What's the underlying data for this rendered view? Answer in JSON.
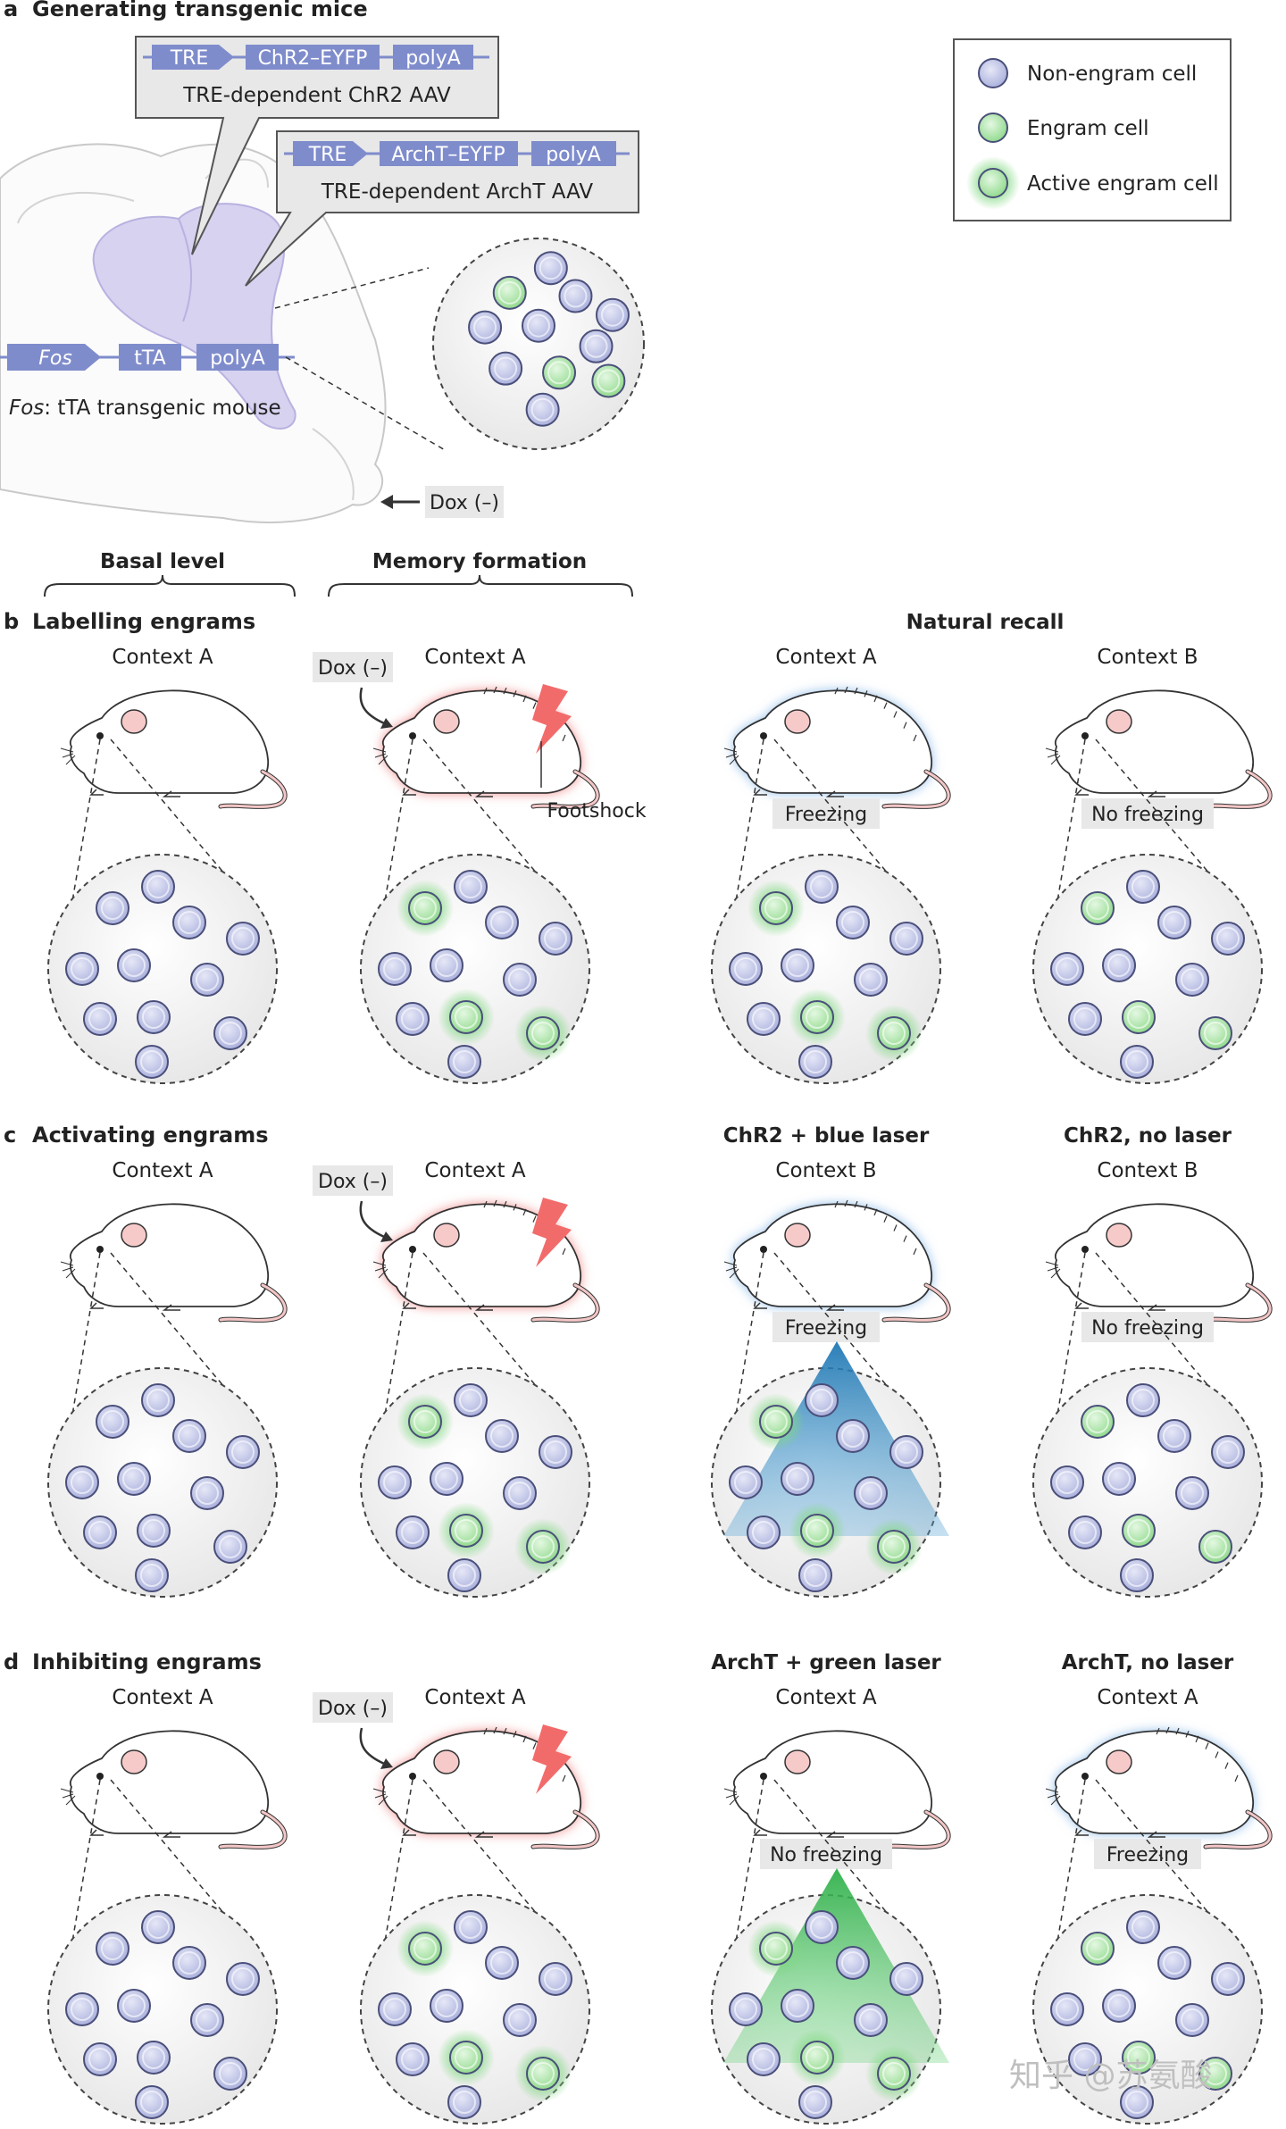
{
  "colors": {
    "non_engram_fill": "#b7bde6",
    "non_engram_stroke": "#4a4f7a",
    "engram_fill": "#9ee39a",
    "active_glow": "#7fd880",
    "gene_box": "#7f8ccc",
    "brain": "#cfcbee",
    "mouse_red_glow": "#f4a0a0",
    "mouse_blue_glow": "#9fc6ee",
    "blue_laser": "#2f86c2",
    "green_laser": "#3fbf55",
    "label_box": "#e8e8e8",
    "footshock": "#f26b6b"
  },
  "panel_a": {
    "label": "a",
    "title": "Generating transgenic mice",
    "chr2": {
      "genes": [
        "TRE",
        "ChR2–EYFP",
        "polyA"
      ],
      "caption": "TRE-dependent ChR2 AAV"
    },
    "archt": {
      "genes": [
        "TRE",
        "ArchT–EYFP",
        "polyA"
      ],
      "caption": "TRE-dependent ArchT AAV"
    },
    "fos": {
      "genes": [
        "Fos",
        "tTA",
        "polyA"
      ],
      "caption_italic": "Fos",
      "caption_rest": ": tTA transgenic mouse"
    },
    "dox": "Dox (–)"
  },
  "legend": {
    "items": [
      {
        "label": "Non-engram cell",
        "type": "non"
      },
      {
        "label": "Engram cell",
        "type": "engram"
      },
      {
        "label": "Active engram cell",
        "type": "active"
      }
    ]
  },
  "stages": {
    "basal": "Basal level",
    "memory": "Memory formation"
  },
  "panels": [
    {
      "label": "b",
      "title": "Labelling engrams",
      "group_header": "Natural recall",
      "col1": {
        "header": "",
        "context": "Context A"
      },
      "col2": {
        "header": "",
        "context": "Context A",
        "dox": "Dox (–)",
        "footshock": "Footshock"
      },
      "col3": {
        "header": "",
        "context": "Context A",
        "response": "Freezing"
      },
      "col4": {
        "header": "",
        "context": "Context B",
        "response": "No freezing"
      }
    },
    {
      "label": "c",
      "title": "Activating engrams",
      "group_header": "",
      "col1": {
        "header": "",
        "context": "Context A"
      },
      "col2": {
        "header": "",
        "context": "Context A",
        "dox": "Dox (–)",
        "footshock": ""
      },
      "col3": {
        "header": "ChR2 + blue laser",
        "context": "Context B",
        "response": "Freezing"
      },
      "col4": {
        "header": "ChR2, no laser",
        "context": "Context B",
        "response": "No freezing"
      }
    },
    {
      "label": "d",
      "title": "Inhibiting engrams",
      "group_header": "",
      "col1": {
        "header": "",
        "context": "Context A"
      },
      "col2": {
        "header": "",
        "context": "Context A",
        "dox": "Dox (–)",
        "footshock": ""
      },
      "col3": {
        "header": "ArchT + green laser",
        "context": "Context A",
        "response": "No freezing"
      },
      "col4": {
        "header": "ArchT, no laser",
        "context": "Context A",
        "response": "Freezing"
      }
    }
  ],
  "watermark": "知乎 @苏氨酸"
}
